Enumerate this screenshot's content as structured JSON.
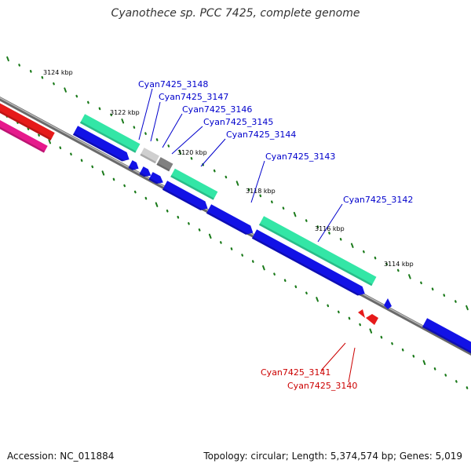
{
  "title": "Cyanothece sp. PCC 7425, complete genome",
  "footer": {
    "accession": "Accession: NC_011884",
    "summary": "Topology: circular; Length: 5,374,574 bp; Genes: 5,019"
  },
  "colors": {
    "backbone": "#7a7a7a",
    "tick": "#1a7a1a",
    "cds": "#1212e6",
    "rna_green": "#33e6a6",
    "red_feature": "#e61a1a",
    "pink_feature": "#e61a8c",
    "pseudo_light": "#cfcfcf",
    "pseudo_dark": "#808080",
    "label_blue": "#0000cc",
    "label_red": "#cc0000"
  },
  "kbp_labels": [
    "3124 kbp",
    "3122 kbp",
    "3120 kbp",
    "3118 kbp",
    "3116 kbp",
    "3114 kbp"
  ],
  "gene_labels": [
    {
      "text": "Cyan7425_3148",
      "color": "blue"
    },
    {
      "text": "Cyan7425_3147",
      "color": "blue"
    },
    {
      "text": "Cyan7425_3146",
      "color": "blue"
    },
    {
      "text": "Cyan7425_3145",
      "color": "blue"
    },
    {
      "text": "Cyan7425_3144",
      "color": "blue"
    },
    {
      "text": "Cyan7425_3143",
      "color": "blue"
    },
    {
      "text": "Cyan7425_3142",
      "color": "blue"
    },
    {
      "text": "Cyan7425_3141",
      "color": "red"
    },
    {
      "text": "Cyan7425_3140",
      "color": "red"
    }
  ]
}
